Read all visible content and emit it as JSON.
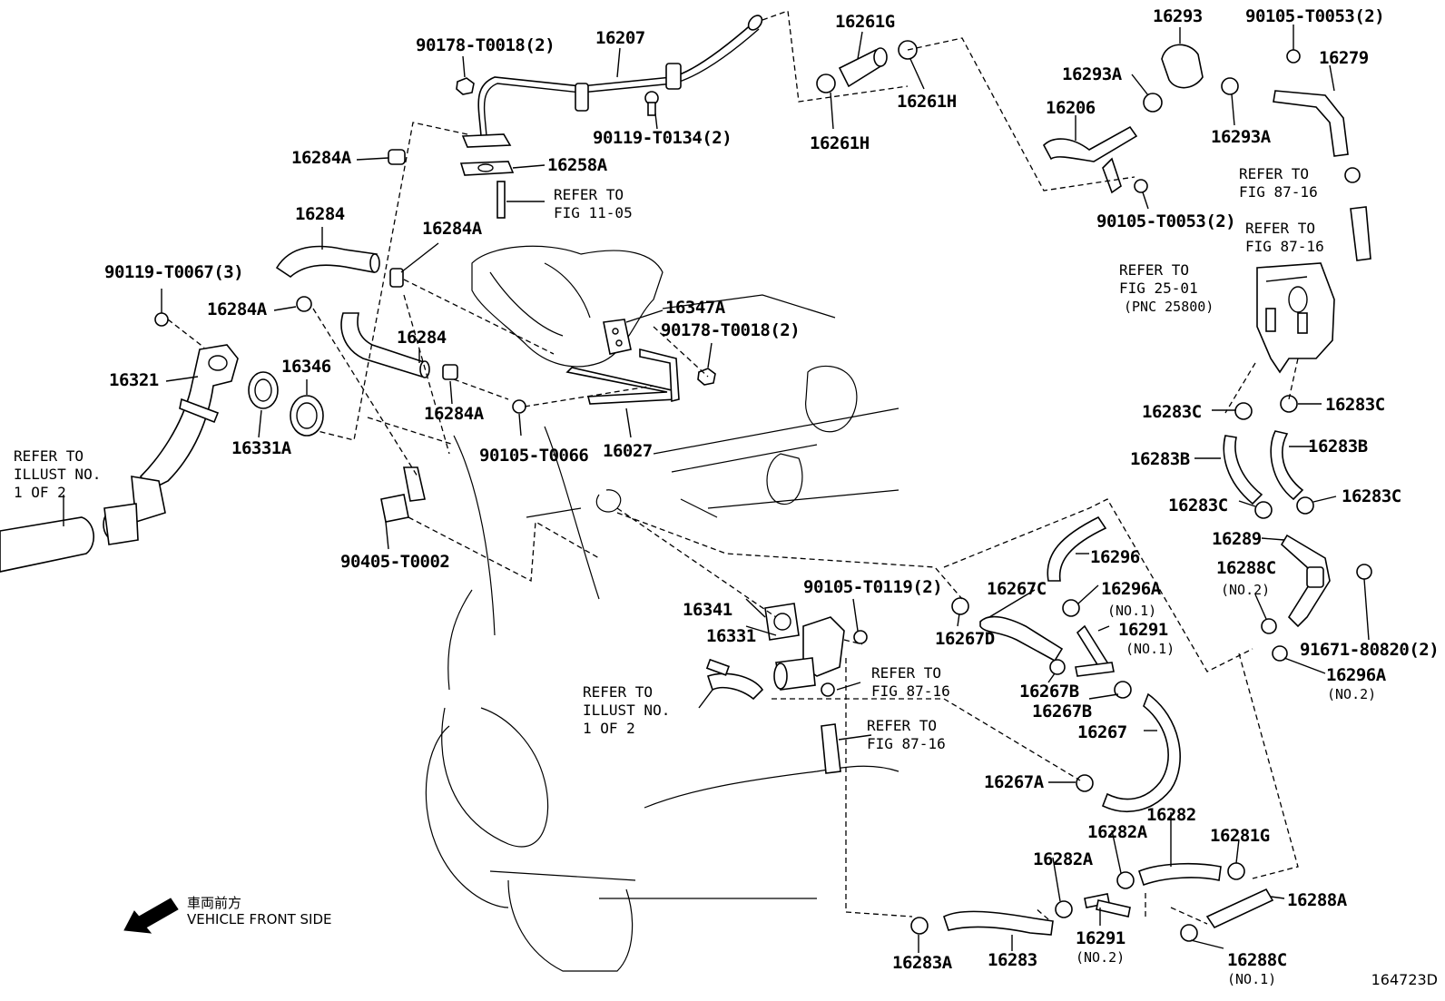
{
  "parts": {
    "p16207": "16207",
    "p90178_top": "90178-T0018(2)",
    "p90119_t0134": "90119-T0134(2)",
    "p16258A": "16258A",
    "p16284A_1": "16284A",
    "p16284_1": "16284",
    "p16284A_2": "16284A",
    "p90119_t0067": "90119-T0067(3)",
    "p16284A_3": "16284A",
    "p16321": "16321",
    "p16331A": "16331A",
    "p16346": "16346",
    "p16284_2": "16284",
    "p16284A_4": "16284A",
    "p16347A": "16347A",
    "p90178_mid": "90178-T0018(2)",
    "p90105_t0066": "90105-T0066",
    "p16027": "16027",
    "p90405": "90405-T0002",
    "p16261G": "16261G",
    "p16261H_1": "16261H",
    "p16261H_2": "16261H",
    "p16293": "16293",
    "p16293A_1": "16293A",
    "p16206": "16206",
    "p90105_t0053_top": "90105-T0053(2)",
    "p16279": "16279",
    "p16293A_2": "16293A",
    "p90105_t0053_bot": "90105-T0053(2)",
    "p16283C_1": "16283C",
    "p16283C_2": "16283C",
    "p16283B_1": "16283B",
    "p16283B_2": "16283B",
    "p16283C_3": "16283C",
    "p16283C_4": "16283C",
    "p16289": "16289",
    "p16288C_2": "16288C",
    "p91671": "91671-80820(2)",
    "p16296A_2": "16296A",
    "p16296": "16296",
    "p16267C": "16267C",
    "p16296A_1": "16296A",
    "p16291_1": "16291",
    "p16267D": "16267D",
    "p16267B_1": "16267B",
    "p16267B_2": "16267B",
    "p16267": "16267",
    "p16267A": "16267A",
    "p90105_t0119": "90105-T0119(2)",
    "p16341": "16341",
    "p16331": "16331",
    "p16282": "16282",
    "p16282A_1": "16282A",
    "p16282A_2": "16282A",
    "p16281G": "16281G",
    "p16288A": "16288A",
    "p16291_2": "16291",
    "p16283A": "16283A",
    "p16283": "16283",
    "p16288C_1": "16288C"
  },
  "qualifiers": {
    "no1_a": "(NO.1)",
    "no1_b": "(NO.1)",
    "no1_c": "(NO.1)",
    "no2_a": "(NO.2)",
    "no2_b": "(NO.2)",
    "no2_c": "(NO.2)"
  },
  "refers": {
    "fig1105_1": "REFER TO",
    "fig1105_2": "FIG 11-05",
    "illust_left_1": "REFER TO",
    "illust_left_2": "ILLUST NO.",
    "illust_left_3": "1 OF 2",
    "illust_mid_1": "REFER TO",
    "illust_mid_2": "ILLUST NO.",
    "illust_mid_3": "1 OF 2",
    "fig8716_a1": "REFER TO",
    "fig8716_a2": "FIG 87-16",
    "fig8716_b1": "REFER TO",
    "fig8716_b2": "FIG 87-16",
    "fig8716_c1": "REFER TO",
    "fig8716_c2": "FIG 87-16",
    "fig8716_d1": "REFER TO",
    "fig8716_d2": "FIG 87-16",
    "fig2501_1": "REFER TO",
    "fig2501_2": "FIG 25-01",
    "fig2501_3": "(PNC 25800)"
  },
  "front": {
    "japanese": "車両前方",
    "english": "VEHICLE FRONT SIDE"
  },
  "illustration_code": "164723D"
}
